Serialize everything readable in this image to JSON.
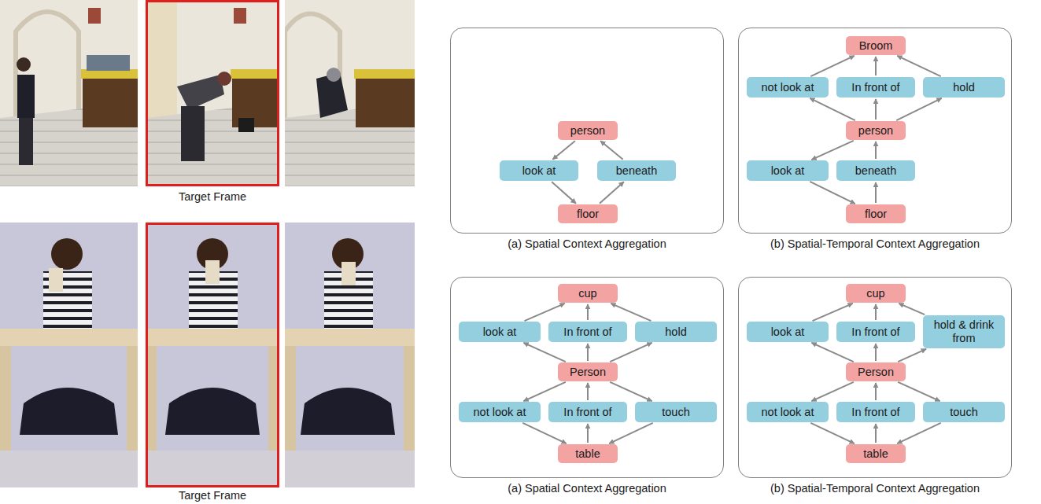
{
  "diagram": {
    "nodes": [
      {
        "text": [
          "(a) Spatial Context Aggregation"
        ]
      },
      {
        "text": [
          "person"
        ],
        "in": 0
      },
      {
        "text": [
          "look at"
        ],
        "in": 0
      },
      {
        "text": [
          "beneath"
        ],
        "in": 0
      },
      {
        "text": [
          "floor"
        ],
        "in": 0
      },
      {
        "text": [
          "(b) Spatial-Temporal Context Aggregation"
        ]
      },
      {
        "text": [
          "Broom"
        ],
        "in": 5
      },
      {
        "text": [
          "not look at"
        ],
        "in": 5
      },
      {
        "text": [
          "In front of"
        ],
        "in": 5
      },
      {
        "text": [
          "hold"
        ],
        "in": 5
      },
      {
        "text": [
          "person"
        ],
        "in": 5
      },
      {
        "text": [
          "look at"
        ],
        "in": 5
      },
      {
        "text": [
          "beneath"
        ],
        "in": 5
      },
      {
        "text": [
          "floor"
        ],
        "in": 5
      },
      {
        "text": [
          "(a) Spatial Context Aggregation"
        ]
      },
      {
        "text": [
          "cup"
        ],
        "in": 14
      },
      {
        "text": [
          "look at"
        ],
        "in": 14
      },
      {
        "text": [
          "In front of"
        ],
        "in": 14
      },
      {
        "text": [
          "hold"
        ],
        "in": 14
      },
      {
        "text": [
          "Person"
        ],
        "in": 14
      },
      {
        "text": [
          "not look at"
        ],
        "in": 14
      },
      {
        "text": [
          "In front of"
        ],
        "in": 14
      },
      {
        "text": [
          "touch"
        ],
        "in": 14
      },
      {
        "text": [
          "table"
        ],
        "in": 14
      },
      {
        "text": [
          "(b) Spatial-Temporal Context Aggregation"
        ]
      },
      {
        "text": [
          "cup"
        ],
        "in": 24
      },
      {
        "text": [
          "look at"
        ],
        "in": 24
      },
      {
        "text": [
          "In front of"
        ],
        "in": 24
      },
      {
        "text": [
          "hold & drink from"
        ],
        "in": 24
      },
      {
        "text": [
          "Person"
        ],
        "in": 24
      },
      {
        "text": [
          "not look at"
        ],
        "in": 24
      },
      {
        "text": [
          "In front of"
        ],
        "in": 24
      },
      {
        "text": [
          "touch"
        ],
        "in": 24
      },
      {
        "text": [
          "table"
        ],
        "in": 24
      }
    ],
    "edges": [
      {
        "from": 1,
        "to": 2,
        "arrow": "to"
      },
      {
        "from": 2,
        "to": 4,
        "arrow": "to"
      },
      {
        "from": 4,
        "to": 3,
        "arrow": "to"
      },
      {
        "from": 3,
        "to": 1,
        "arrow": "to"
      },
      {
        "from": 10,
        "to": 7,
        "arrow": "to"
      },
      {
        "from": 7,
        "to": 6,
        "arrow": "to"
      },
      {
        "from": 10,
        "to": 8,
        "arrow": "to"
      },
      {
        "from": 8,
        "to": 6,
        "arrow": "to"
      },
      {
        "from": 10,
        "to": 9,
        "arrow": "to"
      },
      {
        "from": 9,
        "to": 6,
        "arrow": "to"
      },
      {
        "from": 10,
        "to": 11,
        "arrow": "to"
      },
      {
        "from": 11,
        "to": 13,
        "arrow": "to"
      },
      {
        "from": 13,
        "to": 12,
        "arrow": "to"
      },
      {
        "from": 12,
        "to": 10,
        "arrow": "to"
      },
      {
        "from": 19,
        "to": 16,
        "arrow": "to"
      },
      {
        "from": 16,
        "to": 15,
        "arrow": "to"
      },
      {
        "from": 19,
        "to": 17,
        "arrow": "to"
      },
      {
        "from": 17,
        "to": 15,
        "arrow": "to"
      },
      {
        "from": 19,
        "to": 18,
        "arrow": "to"
      },
      {
        "from": 18,
        "to": 15,
        "arrow": "to"
      },
      {
        "from": 19,
        "to": 20,
        "arrow": "to"
      },
      {
        "from": 20,
        "to": 23,
        "arrow": "to"
      },
      {
        "from": 23,
        "to": 21,
        "arrow": "to"
      },
      {
        "from": 21,
        "to": 19,
        "arrow": "to"
      },
      {
        "from": 19,
        "to": 22,
        "arrow": "to"
      },
      {
        "from": 22,
        "to": 23,
        "arrow": "to"
      },
      {
        "from": 29,
        "to": 26,
        "arrow": "to"
      },
      {
        "from": 26,
        "to": 25,
        "arrow": "to"
      },
      {
        "from": 29,
        "to": 27,
        "arrow": "to"
      },
      {
        "from": 27,
        "to": 25,
        "arrow": "to"
      },
      {
        "from": 29,
        "to": 28,
        "arrow": "to"
      },
      {
        "from": 28,
        "to": 25,
        "arrow": "to"
      },
      {
        "from": 29,
        "to": 30,
        "arrow": "to"
      },
      {
        "from": 30,
        "to": 33,
        "arrow": "to"
      },
      {
        "from": 33,
        "to": 31,
        "arrow": "to"
      },
      {
        "from": 31,
        "to": 29,
        "arrow": "to"
      },
      {
        "from": 29,
        "to": 32,
        "arrow": "to"
      },
      {
        "from": 32,
        "to": 33,
        "arrow": "to"
      }
    ],
    "labels": [
      "Target Frame",
      "Target Frame"
    ]
  }
}
